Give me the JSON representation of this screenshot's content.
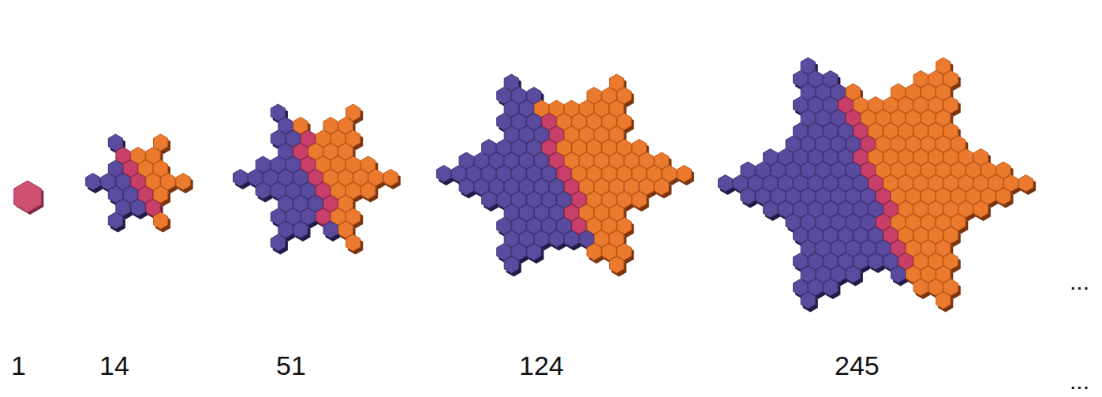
{
  "diagram": {
    "labels": [
      "1",
      "14",
      "51",
      "124",
      "245",
      "...",
      "..."
    ]
  }
}
